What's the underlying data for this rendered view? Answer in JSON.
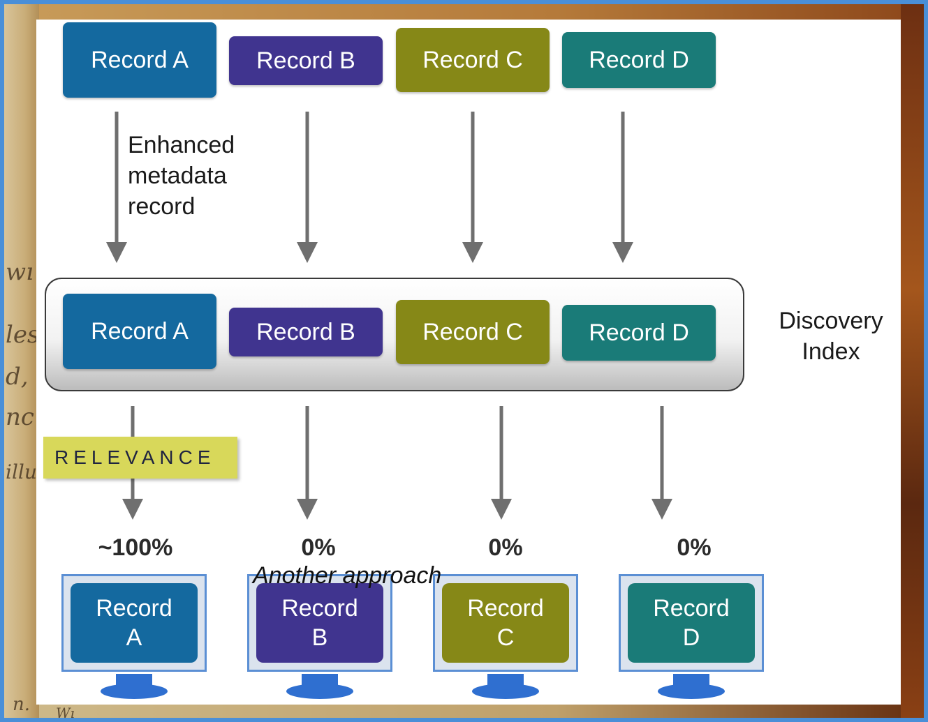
{
  "top_records": [
    {
      "label": "Record A",
      "color": "#14699f"
    },
    {
      "label": "Record B",
      "color": "#40348f"
    },
    {
      "label": "Record C",
      "color": "#868817"
    },
    {
      "label": "Record D",
      "color": "#1a7b78"
    }
  ],
  "enhanced_label": [
    "Enhanced",
    "metadata",
    "record"
  ],
  "index_records": [
    {
      "label": "Record A"
    },
    {
      "label": "Record B"
    },
    {
      "label": "Record C"
    },
    {
      "label": "Record D"
    }
  ],
  "discovery_index": [
    "Discovery",
    "Index"
  ],
  "relevance": "RELEVANCE",
  "percentages": [
    "~100%",
    "0%",
    "0%",
    "0%"
  ],
  "monitors": [
    {
      "line1": "Record",
      "line2": "A"
    },
    {
      "line1": "Record",
      "line2": "B"
    },
    {
      "line1": "Record",
      "line2": "C"
    },
    {
      "line1": "Record",
      "line2": "D"
    }
  ],
  "overlay_text": "Another approach",
  "background_scraps": [
    "wı",
    "les",
    "d,",
    "nc",
    "illu",
    "n.",
    "Wı"
  ]
}
